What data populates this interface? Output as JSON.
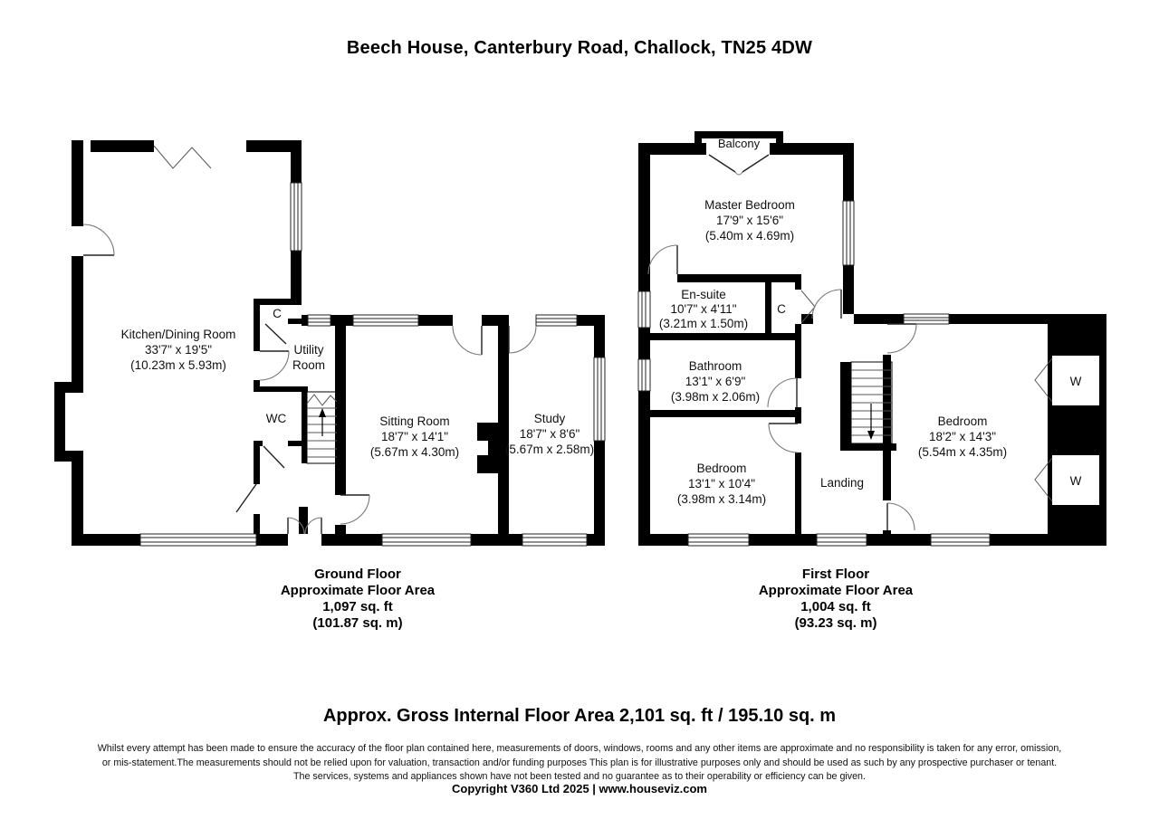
{
  "title": "Beech House, Canterbury Road, Challock, TN25 4DW",
  "ground_floor": {
    "rooms": {
      "kitchen": {
        "name": "Kitchen/Dining Room",
        "imperial": "33'7\" x 19'5\"",
        "metric": "(10.23m x 5.93m)"
      },
      "sitting": {
        "name": "Sitting Room",
        "imperial": "18'7\" x 14'1\"",
        "metric": "(5.67m x 4.30m)"
      },
      "study": {
        "name": "Study",
        "imperial": "18'7\" x 8'6\"",
        "metric": "(5.67m x 2.58m)"
      },
      "utility_line1": "Utility",
      "utility_line2": "Room",
      "wc": "WC",
      "cupboard": "C"
    },
    "caption": {
      "floor": "Ground Floor",
      "area_label": "Approximate Floor Area",
      "area_ft": "1,097 sq. ft",
      "area_m": "(101.87 sq. m)"
    }
  },
  "first_floor": {
    "rooms": {
      "master": {
        "name": "Master Bedroom",
        "imperial": "17'9\" x 15'6\"",
        "metric": "(5.40m x 4.69m)"
      },
      "ensuite": {
        "name": "En-suite",
        "imperial": "10'7\" x 4'11\"",
        "metric": "(3.21m x 1.50m)"
      },
      "bathroom": {
        "name": "Bathroom",
        "imperial": "13'1\" x 6'9\"",
        "metric": "(3.98m x 2.06m)"
      },
      "bedroom_small": {
        "name": "Bedroom",
        "imperial": "13'1\" x 10'4\"",
        "metric": "(3.98m x 3.14m)"
      },
      "bedroom_large": {
        "name": "Bedroom",
        "imperial": "18'2\" x 14'3\"",
        "metric": "(5.54m x 4.35m)"
      },
      "balcony": "Balcony",
      "landing": "Landing",
      "cupboard": "C",
      "wardrobe": "W"
    },
    "caption": {
      "floor": "First Floor",
      "area_label": "Approximate Floor Area",
      "area_ft": "1,004 sq. ft",
      "area_m": "(93.23 sq. m)"
    }
  },
  "footer": {
    "gross_area": "Approx. Gross Internal Floor Area 2,101 sq. ft / 195.10 sq. m",
    "disclaimer_line1": "Whilst every attempt has been made to ensure the accuracy of the floor plan contained here, measurements of doors, windows, rooms and any other items are approximate and no responsibility is taken for any error, omission,",
    "disclaimer_line2": "or mis-statement.The measurements should not be relied upon for valuation, transaction and/or funding purposes This plan is for illustrative purposes only and should be used as such by any prospective purchaser or tenant.",
    "disclaimer_line3": "The services, systems and appliances shown have not been tested and no guarantee as to their operability or efficiency can be given.",
    "copyright": "Copyright V360 Ltd 2025 | www.houseviz.com"
  },
  "colors": {
    "wall": "#000000",
    "background": "#ffffff",
    "door_arc": "#777777"
  }
}
